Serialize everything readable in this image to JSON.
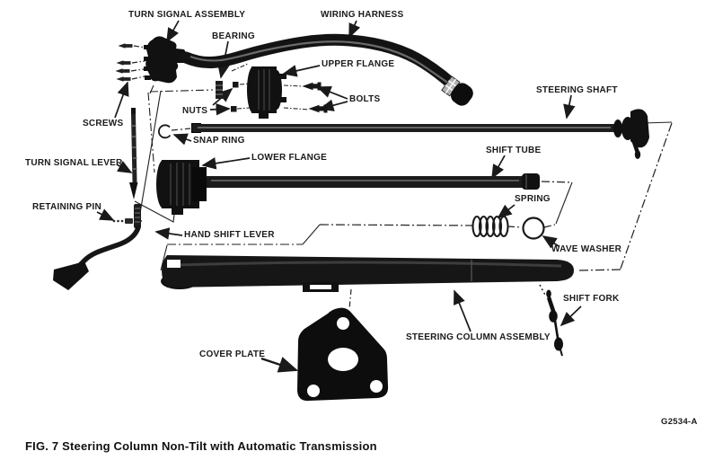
{
  "figure": {
    "caption": "FIG. 7 Steering Column Non-Tilt with Automatic Transmission",
    "reference_code": "G2534-A"
  },
  "labels": {
    "turn_signal_assembly": "TURN SIGNAL ASSEMBLY",
    "wiring_harness": "WIRING HARNESS",
    "bearing": "BEARING",
    "upper_flange": "UPPER FLANGE",
    "bolts": "BOLTS",
    "nuts": "NUTS",
    "screws": "SCREWS",
    "snap_ring": "SNAP RING",
    "steering_shaft": "STEERING SHAFT",
    "shift_tube": "SHIFT TUBE",
    "turn_signal_lever": "TURN SIGNAL LEVER",
    "lower_flange": "LOWER FLANGE",
    "spring": "SPRING",
    "retaining_pin": "RETAINING PIN",
    "hand_shift_lever": "HAND SHIFT LEVER",
    "wave_washer": "WAVE WASHER",
    "shift_fork": "SHIFT FORK",
    "steering_column_assembly": "STEERING COLUMN ASSEMBLY",
    "cover_plate": "COVER PLATE"
  },
  "colors": {
    "ink": "#1a1a1a",
    "paper": "#ffffff"
  }
}
